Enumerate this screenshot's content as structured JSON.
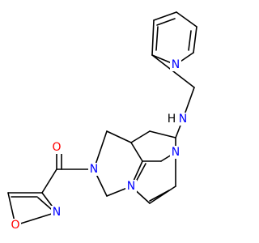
{
  "colors": {
    "nitrogen": "#0000ff",
    "oxygen": "#ff0000",
    "hydrogen": "#000000",
    "bond": "#000000"
  },
  "atoms": {
    "pyridine_n": "N",
    "amine_n": "N",
    "amine_h": "H",
    "pyrimidine_n_top": "N",
    "pyrimidine_n_bottom": "N",
    "azepine_n": "N",
    "carbonyl_o": "O",
    "isoxazole_n": "N",
    "isoxazole_o": "O"
  }
}
